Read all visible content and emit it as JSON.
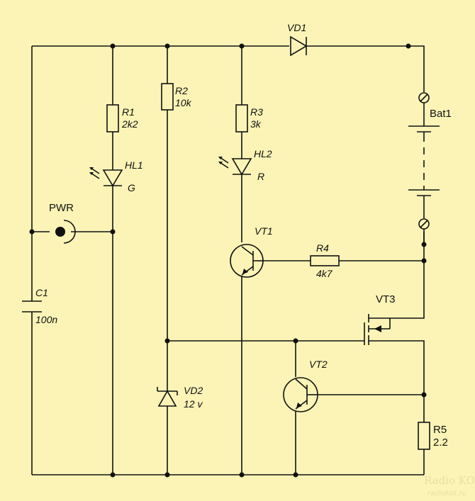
{
  "components": {
    "vd1": {
      "ref": "VD1"
    },
    "bat1": {
      "ref": "Bat1"
    },
    "r1": {
      "ref": "R1",
      "value": "2k2"
    },
    "r2": {
      "ref": "R2",
      "value": "10k"
    },
    "r3": {
      "ref": "R3",
      "value": "3k"
    },
    "hl1": {
      "ref": "HL1",
      "value": "G"
    },
    "hl2": {
      "ref": "HL2",
      "value": "R"
    },
    "pwr": {
      "ref": "PWR"
    },
    "c1": {
      "ref": "C1",
      "value": "100n"
    },
    "vt1": {
      "ref": "VT1"
    },
    "r4": {
      "ref": "R4",
      "value": "4k7"
    },
    "vt3": {
      "ref": "VT3"
    },
    "vt2": {
      "ref": "VT2"
    },
    "vd2": {
      "ref": "VD2",
      "value": "12 v"
    },
    "r5": {
      "ref": "R5",
      "value": "2.2"
    }
  },
  "watermark": {
    "logo": "Radio KOT",
    "site": "radiokot.ru"
  }
}
